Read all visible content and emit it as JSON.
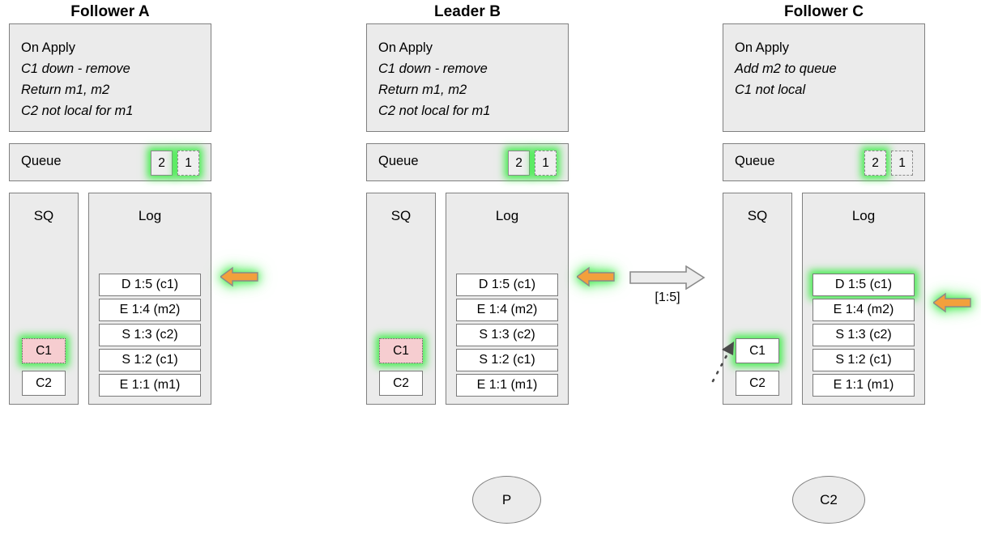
{
  "diagram": {
    "title_hidden": "Raft replication state across three nodes",
    "transport": {
      "label": "[1:5]",
      "direction": "right"
    },
    "colors": {
      "panel_fill": "#ebebeb",
      "panel_border": "#808080",
      "entry_fill": "#ffffff",
      "entry_border": "#7a7a7a",
      "glow": "#3ceb46",
      "arrow_orange": "#f2a03c",
      "pending_fill": "#f6cdd0"
    }
  },
  "nodes": [
    {
      "title": "Follower A",
      "apply": {
        "heading": "On Apply",
        "lines": [
          "C1 down - remove",
          "Return m1, m2",
          "C2 not local for m1"
        ]
      },
      "queue": {
        "label": "Queue",
        "slots": [
          {
            "value": "2",
            "style": "solid",
            "glow": true
          },
          {
            "value": "1",
            "style": "dashed",
            "glow": true
          }
        ]
      },
      "sq": {
        "header": "SQ",
        "items": [
          {
            "value": "C1",
            "fill": "pink",
            "glow": true
          },
          {
            "value": "C2",
            "fill": "white",
            "glow": false
          }
        ]
      },
      "log": {
        "header": "Log",
        "entries": [
          {
            "value": "D 1:5 (c1)",
            "glow": false
          },
          {
            "value": "E 1:4 (m2)",
            "glow": false
          },
          {
            "value": "S 1:3 (c2)",
            "glow": false
          },
          {
            "value": "S 1:2 (c1)",
            "glow": false
          },
          {
            "value": "E 1:1 (m1)",
            "glow": false
          }
        ]
      },
      "pointer_index": 0,
      "has_dotted_pointer": false
    },
    {
      "title": "Leader B",
      "apply": {
        "heading": "On Apply",
        "lines": [
          "C1 down - remove",
          "Return m1, m2",
          "C2 not local for m1"
        ]
      },
      "queue": {
        "label": "Queue",
        "slots": [
          {
            "value": "2",
            "style": "solid",
            "glow": true
          },
          {
            "value": "1",
            "style": "dashed",
            "glow": true
          }
        ]
      },
      "sq": {
        "header": "SQ",
        "items": [
          {
            "value": "C1",
            "fill": "pink",
            "glow": true
          },
          {
            "value": "C2",
            "fill": "white",
            "glow": false
          }
        ]
      },
      "log": {
        "header": "Log",
        "entries": [
          {
            "value": "D 1:5 (c1)",
            "glow": false
          },
          {
            "value": "E 1:4 (m2)",
            "glow": false
          },
          {
            "value": "S 1:3 (c2)",
            "glow": false
          },
          {
            "value": "S 1:2 (c1)",
            "glow": false
          },
          {
            "value": "E 1:1 (m1)",
            "glow": false
          }
        ]
      },
      "pointer_index": 0,
      "has_dotted_pointer": false
    },
    {
      "title": "Follower C",
      "apply": {
        "heading": "On Apply",
        "lines": [
          "Add m2 to queue",
          "C1 not local"
        ]
      },
      "queue": {
        "label": "Queue",
        "slots": [
          {
            "value": "2",
            "style": "dashed",
            "glow": true
          },
          {
            "value": "1",
            "style": "dashed",
            "glow": false
          }
        ]
      },
      "sq": {
        "header": "SQ",
        "items": [
          {
            "value": "C1",
            "fill": "white",
            "glow": true
          },
          {
            "value": "C2",
            "fill": "white",
            "glow": false
          }
        ]
      },
      "log": {
        "header": "Log",
        "entries": [
          {
            "value": "D 1:5 (c1)",
            "glow": true
          },
          {
            "value": "E 1:4 (m2)",
            "glow": false
          },
          {
            "value": "S 1:3 (c2)",
            "glow": false
          },
          {
            "value": "S 1:2 (c1)",
            "glow": false
          },
          {
            "value": "E 1:1 (m1)",
            "glow": false
          }
        ]
      },
      "pointer_index": 1,
      "has_dotted_pointer": true
    }
  ],
  "clients": [
    {
      "label": "P"
    },
    {
      "label": "C2"
    }
  ]
}
